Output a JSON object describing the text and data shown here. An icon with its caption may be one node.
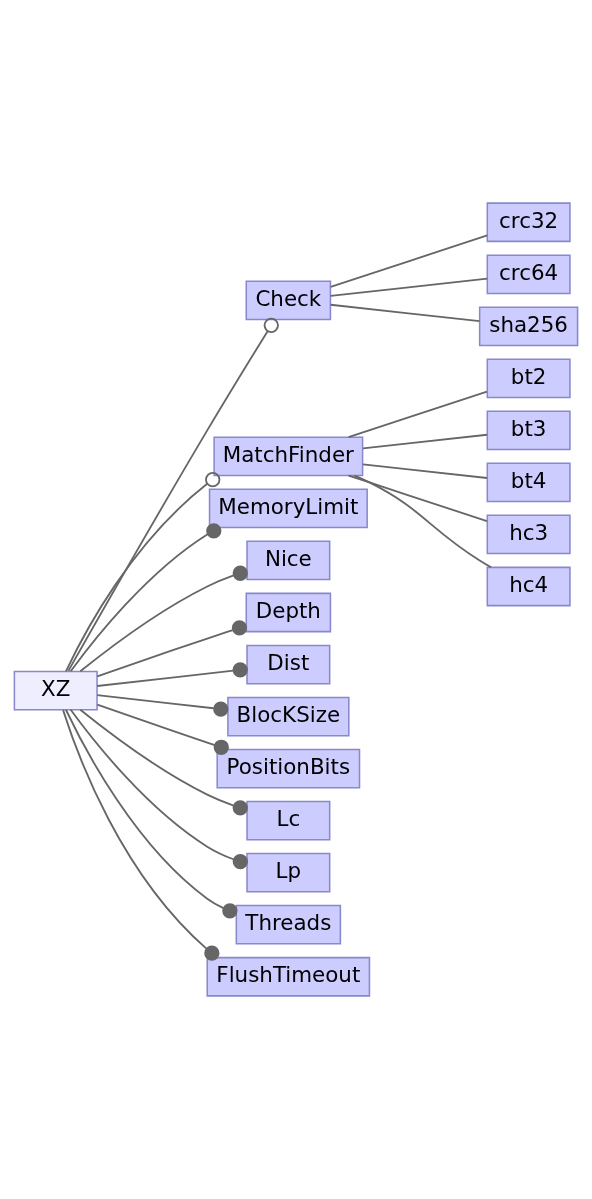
{
  "diagram": {
    "nodes": [
      {
        "text": [
          "XZ"
        ]
      },
      {
        "text": [
          "Check"
        ]
      },
      {
        "text": [
          "crc32"
        ]
      },
      {
        "text": [
          "crc64"
        ]
      },
      {
        "text": [
          "sha256"
        ]
      },
      {
        "text": [
          "MatchFinder"
        ]
      },
      {
        "text": [
          "bt2"
        ]
      },
      {
        "text": [
          "bt3"
        ]
      },
      {
        "text": [
          "bt4"
        ]
      },
      {
        "text": [
          "hc3"
        ]
      },
      {
        "text": [
          "hc4"
        ]
      },
      {
        "text": [
          "MemoryLimit"
        ]
      },
      {
        "text": [
          "Nice"
        ]
      },
      {
        "text": [
          "Depth"
        ]
      },
      {
        "text": [
          "Dist"
        ]
      },
      {
        "text": [
          "BlocKSize"
        ]
      },
      {
        "text": [
          "PositionBits"
        ]
      },
      {
        "text": [
          "Lc"
        ]
      },
      {
        "text": [
          "Lp"
        ]
      },
      {
        "text": [
          "Threads"
        ]
      },
      {
        "text": [
          "FlushTimeout"
        ]
      }
    ],
    "edges": [
      {
        "from": 0,
        "to": 1,
        "arrow": "other"
      },
      {
        "from": 1,
        "to": 2,
        "arrow": "none"
      },
      {
        "from": 1,
        "to": 3,
        "arrow": "none"
      },
      {
        "from": 1,
        "to": 4,
        "arrow": "none"
      },
      {
        "from": 0,
        "to": 5,
        "arrow": "other"
      },
      {
        "from": 5,
        "to": 6,
        "arrow": "none"
      },
      {
        "from": 5,
        "to": 7,
        "arrow": "none"
      },
      {
        "from": 5,
        "to": 8,
        "arrow": "none"
      },
      {
        "from": 5,
        "to": 9,
        "arrow": "none"
      },
      {
        "from": 5,
        "to": 10,
        "arrow": "none"
      },
      {
        "from": 0,
        "to": 11,
        "arrow": "other"
      },
      {
        "from": 0,
        "to": 12,
        "arrow": "other"
      },
      {
        "from": 0,
        "to": 13,
        "arrow": "other"
      },
      {
        "from": 0,
        "to": 14,
        "arrow": "other"
      },
      {
        "from": 0,
        "to": 15,
        "arrow": "other"
      },
      {
        "from": 0,
        "to": 16,
        "arrow": "other"
      },
      {
        "from": 0,
        "to": 17,
        "arrow": "other"
      },
      {
        "from": 0,
        "to": 18,
        "arrow": "other"
      },
      {
        "from": 0,
        "to": 19,
        "arrow": "other"
      },
      {
        "from": 0,
        "to": 20,
        "arrow": "other"
      }
    ]
  }
}
